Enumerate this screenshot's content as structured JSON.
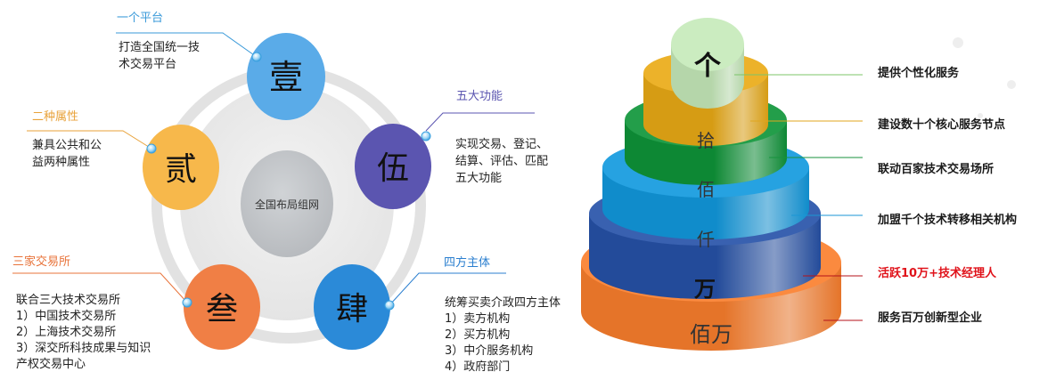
{
  "left_diagram": {
    "center_label": "全国布局组网",
    "nodes": {
      "one": {
        "glyph": "壹",
        "heading": "一个平台",
        "desc": "打造全国统一技\n术交易平台",
        "color": "#5aabe8",
        "heading_color": "#3a9ad9"
      },
      "two": {
        "glyph": "贰",
        "heading": "二种属性",
        "desc": "兼具公共和公\n益两种属性",
        "color": "#f7b84b",
        "heading_color": "#e8a23a"
      },
      "three": {
        "glyph": "叁",
        "heading": "三家交易所",
        "desc": "联合三大技术交易所\n1）中国技术交易所\n2）上海技术交易所\n3）深交所科技成果与知识\n产权交易中心",
        "color": "#f07f45",
        "heading_color": "#e8733a"
      },
      "four": {
        "glyph": "肆",
        "heading": "四方主体",
        "desc": "统筹买卖介政四方主体\n1）卖方机构\n2）买方机构\n3）中介服务机构\n4）政府部门",
        "color": "#2b8ad8",
        "heading_color": "#2b7fcf"
      },
      "five": {
        "glyph": "伍",
        "heading": "五大功能",
        "desc": "实现交易、登记、\n结算、评估、匹配\n五大功能",
        "color": "#5b55b0",
        "heading_color": "#5b55b0"
      }
    }
  },
  "pyramid": {
    "layers": [
      {
        "glyph": "个",
        "label": "提供个性化服务",
        "color": "#bfe0b4"
      },
      {
        "glyph": "拾",
        "label": "建设数十个核心服务节点",
        "color": "#e0a61e"
      },
      {
        "glyph": "佰",
        "label": "联动百家技术交易场所",
        "color": "#17923e"
      },
      {
        "glyph": "仟",
        "label": "加盟千个技术转移相关机构",
        "color": "#1a96d5"
      },
      {
        "glyph": "万",
        "label": "活跃10万+技术经理人",
        "color": "#2d55a4",
        "label_color": "#e0121a"
      },
      {
        "glyph": "佰万",
        "label": "服务百万创新型企业",
        "color": "#ef7e33"
      }
    ]
  }
}
